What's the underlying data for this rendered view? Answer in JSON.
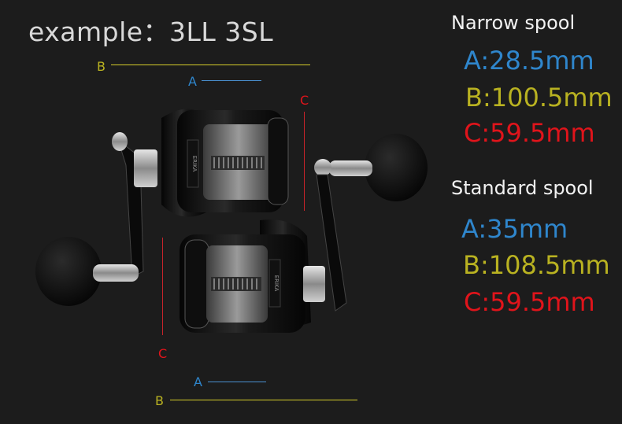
{
  "title": "example：3LL 3SL",
  "narrow": {
    "header": "Narrow spool",
    "a": "A:28.5mm",
    "b": "B:100.5mm",
    "c": "C:59.5mm"
  },
  "standard": {
    "header": "Standard spool",
    "a": "A:35mm",
    "b": "B:108.5mm",
    "c": "C:59.5mm"
  },
  "markers": {
    "top_b": "B",
    "top_a": "A",
    "top_c": "C",
    "bottom_c": "C",
    "bottom_a": "A",
    "bottom_b": "B"
  },
  "colors": {
    "a": "#2f86cc",
    "b": "#b9b221",
    "c": "#e0141b",
    "a_line": "#4a90d0",
    "b_line": "#d6cd2a",
    "c_line": "#c8232a"
  },
  "reel_brand": "ERIKA"
}
